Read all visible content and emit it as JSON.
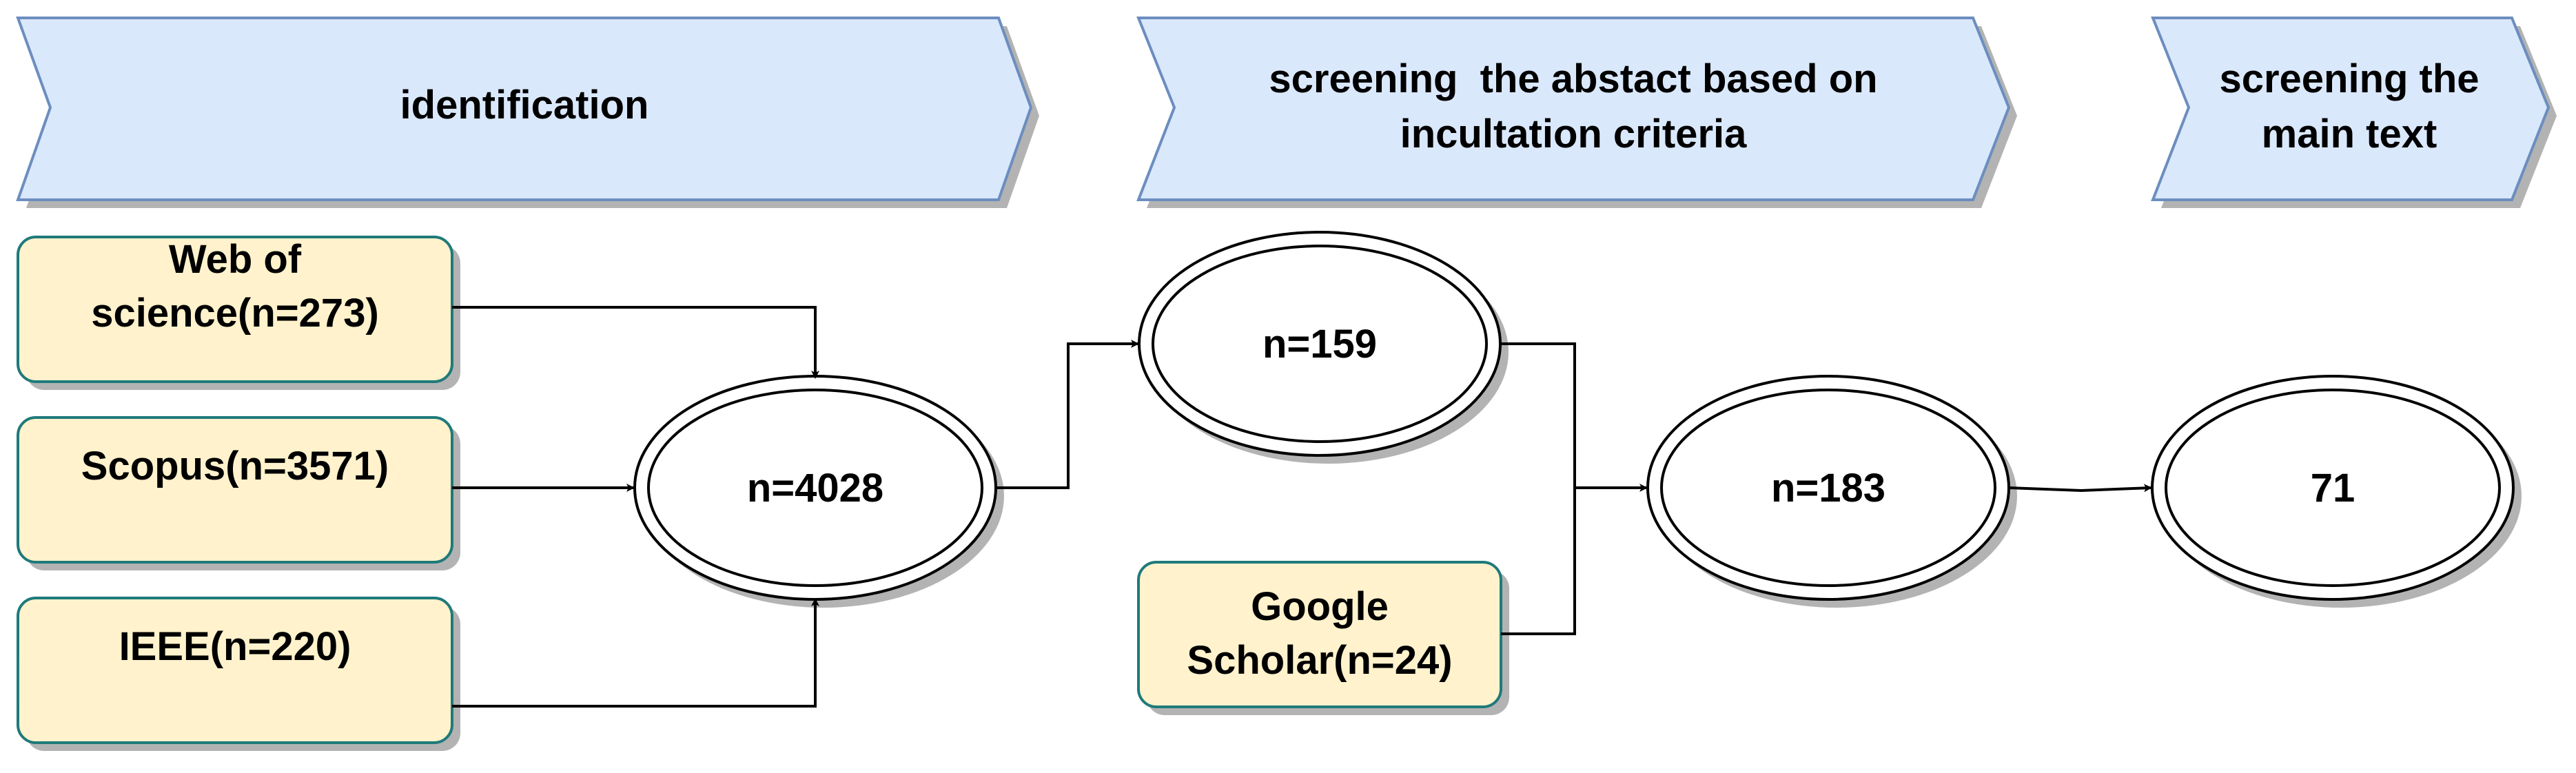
{
  "colors": {
    "stage_fill": "#dae8fc",
    "stage_stroke": "#6c8ebf",
    "source_fill": "#fff2cc",
    "source_stroke": "#1f7a7a",
    "shadow": "#b3b3b3",
    "line": "#000000"
  },
  "stages": {
    "identification": "identification",
    "abstract_line1": "screening  the abstact based on",
    "abstract_line2": "incultation criteria",
    "main_line1": "screening the",
    "main_line2": "main text"
  },
  "sources": {
    "wos_line1": "Web of",
    "wos_line2": "science(n=273)",
    "scopus": "Scopus(n=3571)",
    "ieee": "IEEE(n=220)",
    "google_line1": "Google",
    "google_line2": "Scholar(n=24)"
  },
  "counts": {
    "identified": "n=4028",
    "after_abstract": "n=159",
    "combined": "n=183",
    "final": "71"
  }
}
